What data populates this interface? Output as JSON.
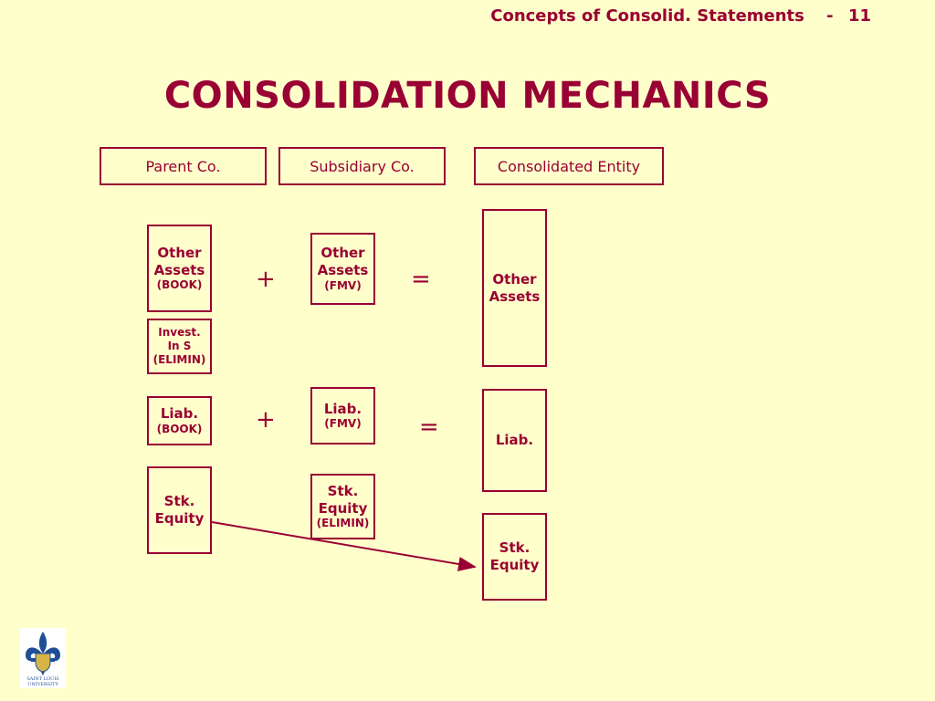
{
  "header": {
    "text": "Concepts of Consolid. Statements",
    "separator": "-",
    "page": "11"
  },
  "title": "CONSOLIDATION MECHANICS",
  "columns": {
    "parent": "Parent Co.",
    "subsidiary": "Subsidiary Co.",
    "consolidated": "Consolidated Entity"
  },
  "parent": {
    "other_assets": {
      "line1": "Other",
      "line2": "Assets",
      "sub": "(BOOK)"
    },
    "invest": {
      "line1": "Invest.",
      "line2": "In S",
      "sub": "(ELIMIN)"
    },
    "liab": {
      "line1": "Liab.",
      "sub": "(BOOK)"
    },
    "equity": {
      "line1": "Stk.",
      "line2": "Equity"
    }
  },
  "subsidiary": {
    "other_assets": {
      "line1": "Other",
      "line2": "Assets",
      "sub": "(FMV)"
    },
    "liab": {
      "line1": "Liab.",
      "sub": "(FMV)"
    },
    "equity": {
      "line1": "Stk.",
      "line2": "Equity",
      "sub": "(ELIMIN)"
    }
  },
  "consolidated": {
    "other_assets": {
      "line1": "Other",
      "line2": "Assets"
    },
    "liab": {
      "line1": "Liab."
    },
    "equity": {
      "line1": "Stk.",
      "line2": "Equity"
    }
  },
  "operators": {
    "plus": "+",
    "equals": "="
  },
  "logo": {
    "name": "saint-louis-university-logo",
    "line1": "SAINT LOUIS",
    "line2": "UNIVERSITY"
  },
  "colors": {
    "accent": "#990033",
    "background": "#ffffcc",
    "logo_blue": "#1f4e96"
  }
}
